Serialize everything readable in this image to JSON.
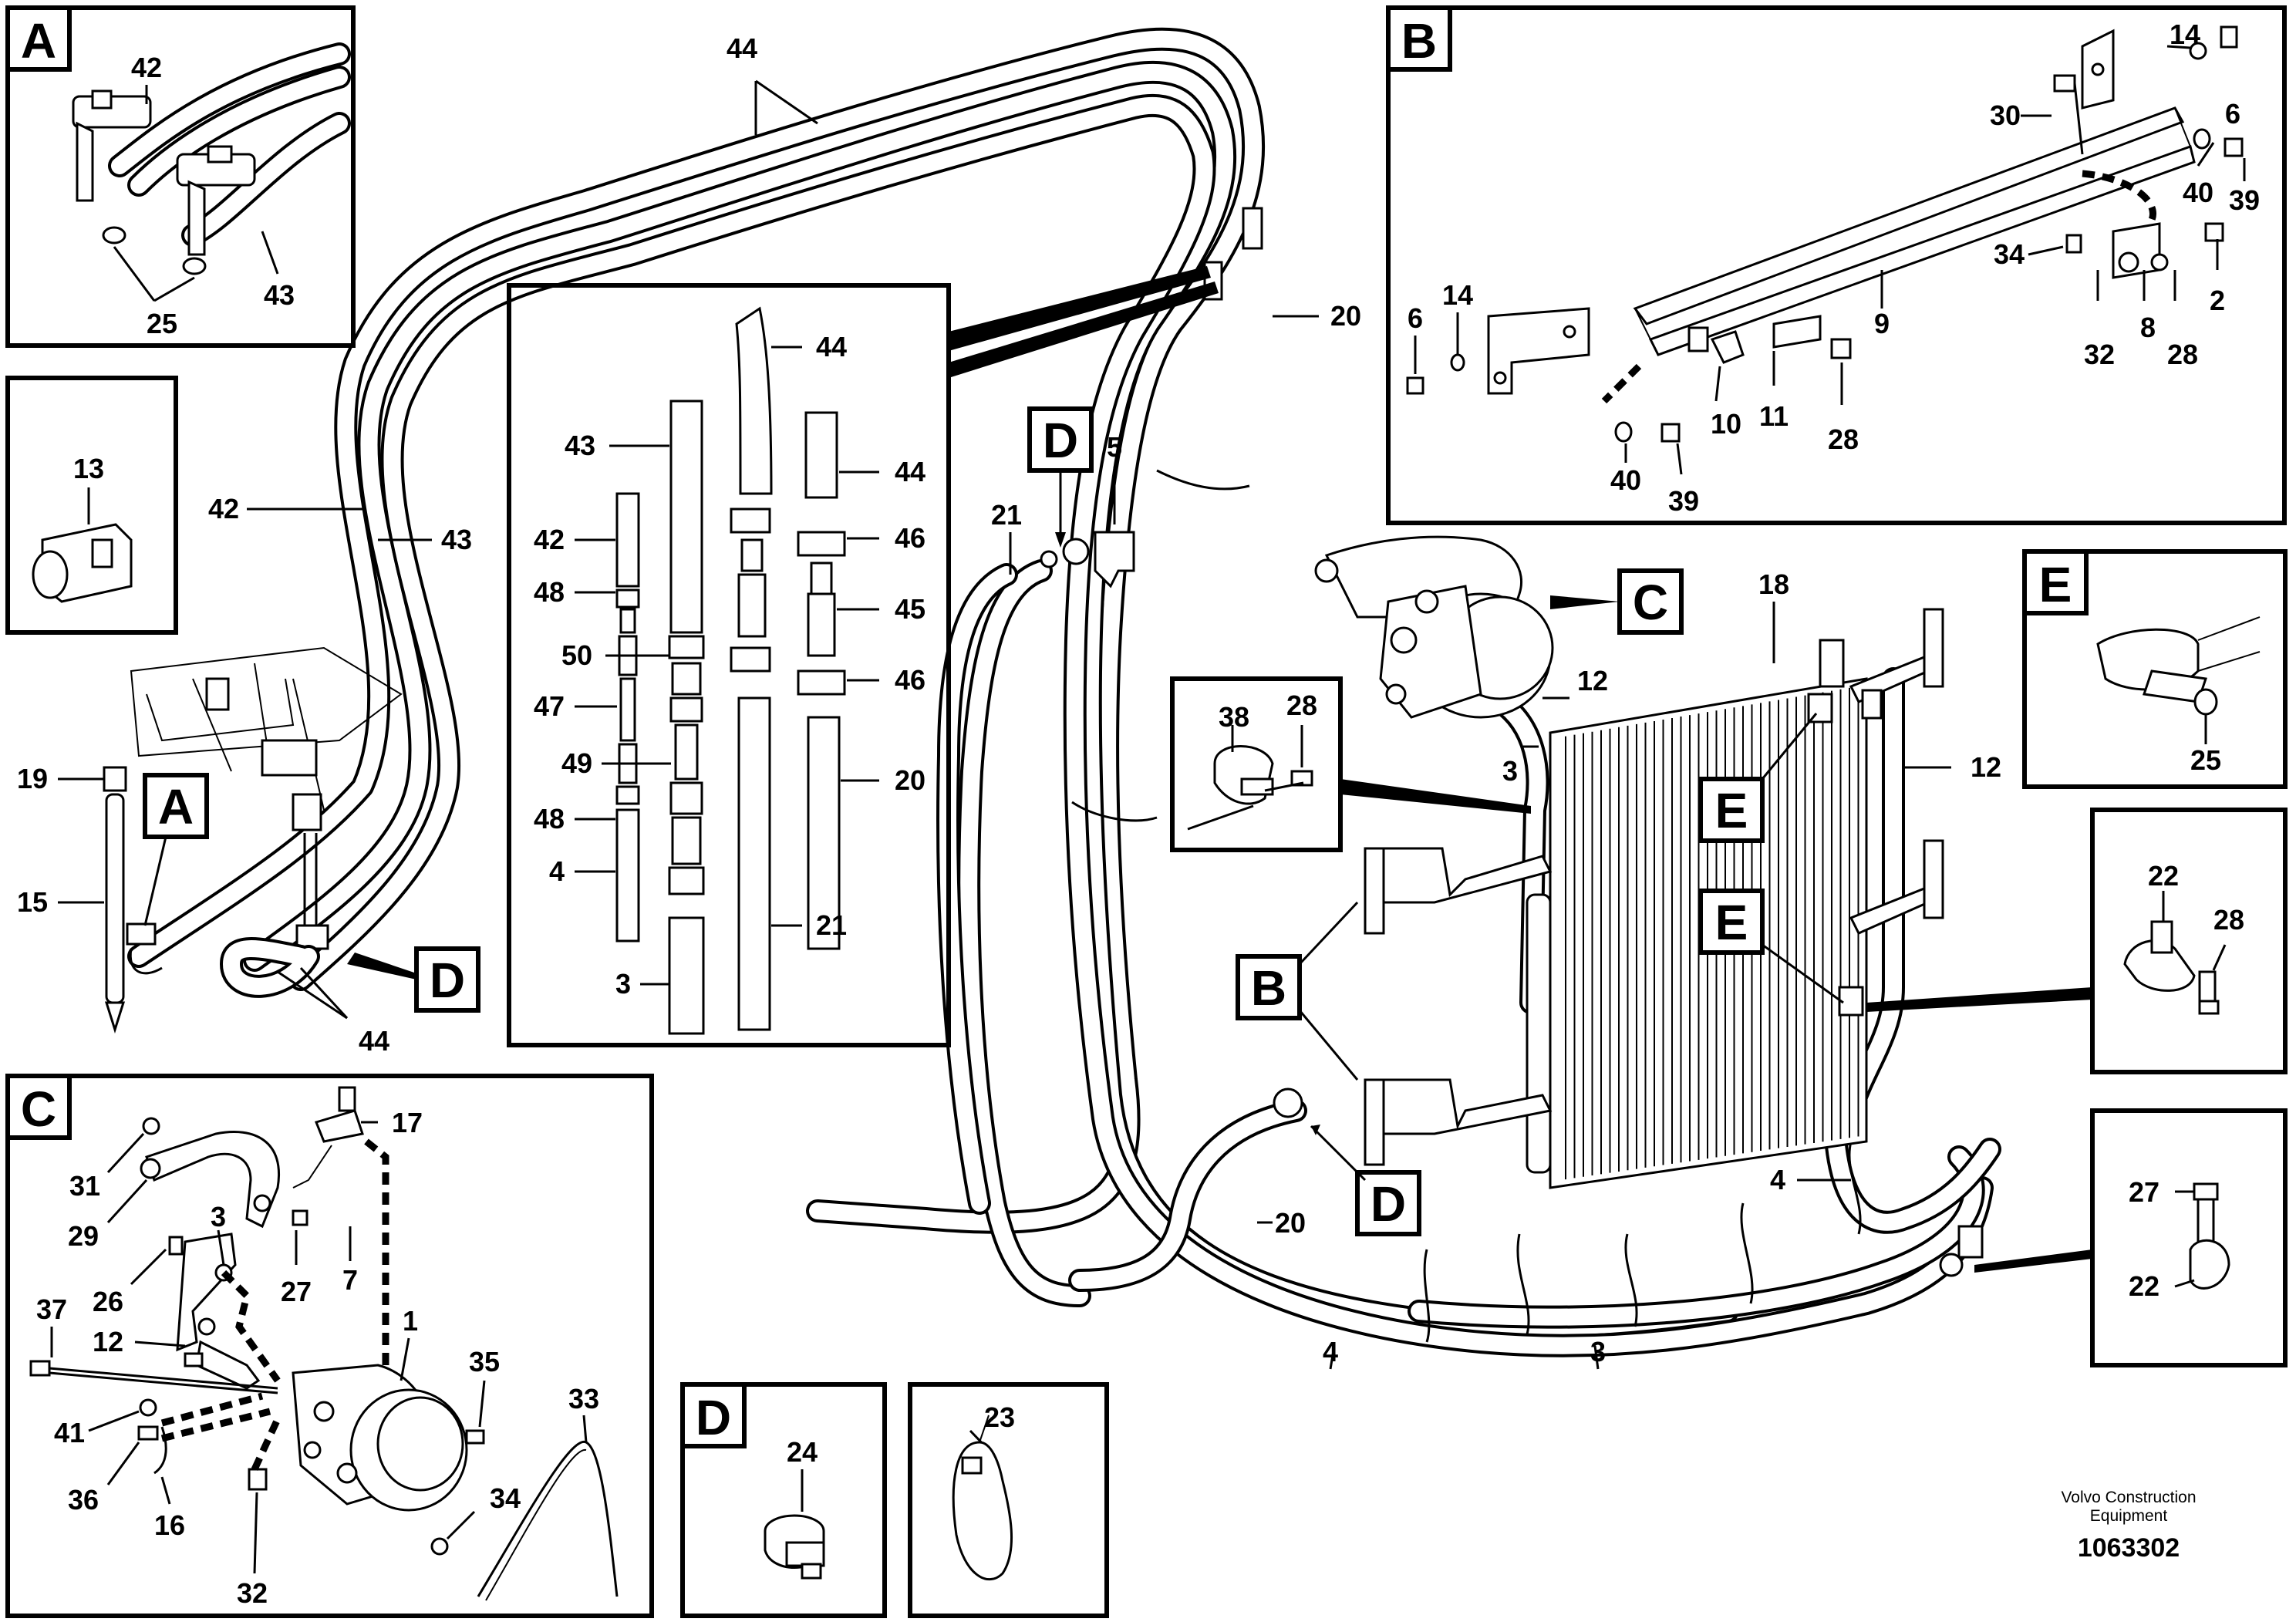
{
  "panels": {
    "A": "A",
    "B": "B",
    "C": "C",
    "D": "D",
    "E": "E"
  },
  "callouts": {
    "a_A": "A",
    "a_B": "B",
    "a_C": "C",
    "a_D1": "D",
    "a_D2": "D",
    "a_D3": "D",
    "a_E1": "E",
    "a_E2": "E"
  },
  "labels": {
    "pA_42": "42",
    "pA_43": "43",
    "pA_25": "25",
    "p13": "13",
    "main_44_top": "44",
    "main_42": "42",
    "main_43": "43",
    "main_19": "19",
    "main_15": "15",
    "main_44_bot": "44",
    "main_20_top": "20",
    "main_5": "5",
    "main_21": "21",
    "main_18": "18",
    "main_12_left": "12",
    "main_3_top": "3",
    "main_12_right": "12",
    "main_38": "38",
    "main_28": "28",
    "main_20_bot": "20",
    "main_4_right": "4",
    "main_4_bot": "4",
    "main_3_bot": "3",
    "c_44a": "44",
    "c_43": "43",
    "c_44b": "44",
    "c_42": "42",
    "c_48a": "48",
    "c_46a": "46",
    "c_45": "45",
    "c_50": "50",
    "c_46b": "46",
    "c_47": "47",
    "c_49": "49",
    "c_20": "20",
    "c_48b": "48",
    "c_4": "4",
    "c_21": "21",
    "c_3": "3",
    "pB_14a": "14",
    "pB_6a": "6",
    "pB_30": "30",
    "pB_40a": "40",
    "pB_39a": "39",
    "pB_34": "34",
    "pB_2": "2",
    "pB_6b": "6",
    "pB_14b": "14",
    "pB_9": "9",
    "pB_32": "32",
    "pB_8": "8",
    "pB_28a": "28",
    "pB_10": "10",
    "pB_11": "11",
    "pB_28b": "28",
    "pB_40b": "40",
    "pB_39b": "39",
    "pE_25": "25",
    "p22_22": "22",
    "p22_28": "28",
    "p27_27": "27",
    "p27_22": "22",
    "pC_17": "17",
    "pC_31": "31",
    "pC_29": "29",
    "pC_3": "3",
    "pC_7": "7",
    "pC_27": "27",
    "pC_26": "26",
    "pC_37": "37",
    "pC_12": "12",
    "pC_1": "1",
    "pC_35": "35",
    "pC_41": "41",
    "pC_36": "36",
    "pC_16": "16",
    "pC_32": "32",
    "pC_34": "34",
    "pC_33": "33",
    "pD_24": "24",
    "p23": "23"
  },
  "credit": {
    "line1": "Volvo Construction",
    "line2": "Equipment",
    "doc_number": "1063302"
  }
}
